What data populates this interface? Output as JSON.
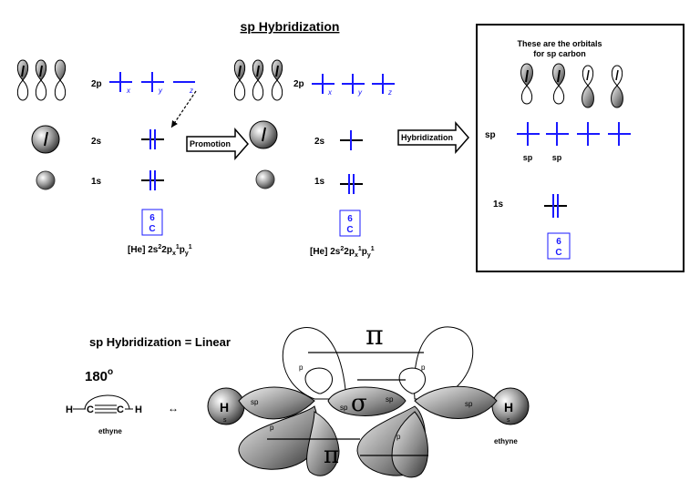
{
  "title": "sp Hybridization",
  "ground_state": {
    "levels": [
      "2p",
      "2s",
      "1s"
    ],
    "p_axes": [
      "x",
      "y",
      "z"
    ],
    "element_number": "6",
    "element_symbol": "C",
    "configuration_base": "[He] 2s",
    "config_sup_1": "2",
    "config_2p": "2p",
    "config_sub_x": "x",
    "config_sup_2": "1",
    "config_p": "p",
    "config_sub_y": "y",
    "config_sup_3": "1"
  },
  "promotion_label": "Promotion",
  "excited_state": {
    "levels": [
      "2p",
      "2s",
      "1s"
    ],
    "p_axes": [
      "x",
      "y",
      "z"
    ],
    "element_number": "6",
    "element_symbol": "C",
    "configuration_base": "[He] 2s",
    "config_sup_1": "2",
    "config_2p": "2p",
    "config_sub_x": "x",
    "config_sup_2": "1",
    "config_p": "p",
    "config_sub_y": "y",
    "config_sup_3": "1"
  },
  "hybridization_label": "Hybridization",
  "sp_box": {
    "heading_line1": "These are the orbitals",
    "heading_line2": "for sp carbon",
    "sp_level": "sp",
    "sp_sub_1": "sp",
    "sp_sub_2": "sp",
    "s1_level": "1s",
    "element_number": "6",
    "element_symbol": "C"
  },
  "bottom": {
    "heading": "sp Hybridization = Linear",
    "angle": "180",
    "angle_unit": "o",
    "atom_h1": "H",
    "atom_c1": "C",
    "atom_c2": "C",
    "atom_h2": "H",
    "molecule_left": "ethyne",
    "arrow": "↔",
    "pi_top": "π",
    "sigma": "σ",
    "pi_bottom": "π",
    "lobe_h_left": "H",
    "lobe_h_right": "H",
    "label_s": "s",
    "label_sp": "sp",
    "label_p": "p",
    "molecule_right": "ethyne"
  },
  "colors": {
    "electron_box": "#1a1aff",
    "lobe_gray": "#9a9a9a"
  }
}
